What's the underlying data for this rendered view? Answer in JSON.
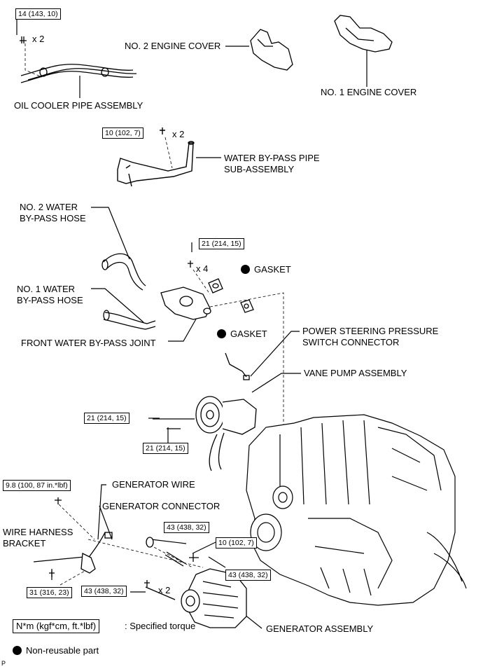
{
  "labels": {
    "oil_cooler_pipe": "OIL COOLER PIPE ASSEMBLY",
    "no2_engine_cover": "NO. 2 ENGINE COVER",
    "no1_engine_cover": "NO. 1 ENGINE COVER",
    "water_bypass_pipe_1": "WATER BY-PASS PIPE",
    "water_bypass_pipe_2": "SUB-ASSEMBLY",
    "no2_hose_1": "NO. 2 WATER",
    "no2_hose_2": "BY-PASS HOSE",
    "no1_hose_1": "NO. 1 WATER",
    "no1_hose_2": "BY-PASS HOSE",
    "front_joint": "FRONT WATER BY-PASS JOINT",
    "gasket_1": "GASKET",
    "gasket_2": "GASKET",
    "ps_switch_1": "POWER STEERING PRESSURE",
    "ps_switch_2": "SWITCH CONNECTOR",
    "vane_pump": "VANE PUMP ASSEMBLY",
    "generator_wire": "GENERATOR WIRE",
    "generator_connector": "GENERATOR CONNECTOR",
    "wire_harness_1": "WIRE HARNESS",
    "wire_harness_2": "BRACKET",
    "generator_assembly": "GENERATOR ASSEMBLY",
    "corner_code": "P"
  },
  "torque": {
    "t1": "14 (143, 10)",
    "t2": "10 (102, 7)",
    "t3": "21 (214, 15)",
    "t4": "21 (214, 15)",
    "t5": "21 (214, 15)",
    "t6": "9.8 (100, 87 in.*lbf)",
    "t7": "43 (438, 32)",
    "t8": "10 (102, 7)",
    "t9": "43 (438, 32)",
    "t10": "31 (316, 23)",
    "t11": "43 (438, 32)"
  },
  "qty": {
    "q1": "x 2",
    "q2": "x 2",
    "q3": "x 4",
    "q4": "x 2"
  },
  "legend": {
    "units_box": "N*m (kgf*cm, ft.*lbf)",
    "units_text": ": Specified torque",
    "non_reusable": "Non-reusable part"
  }
}
